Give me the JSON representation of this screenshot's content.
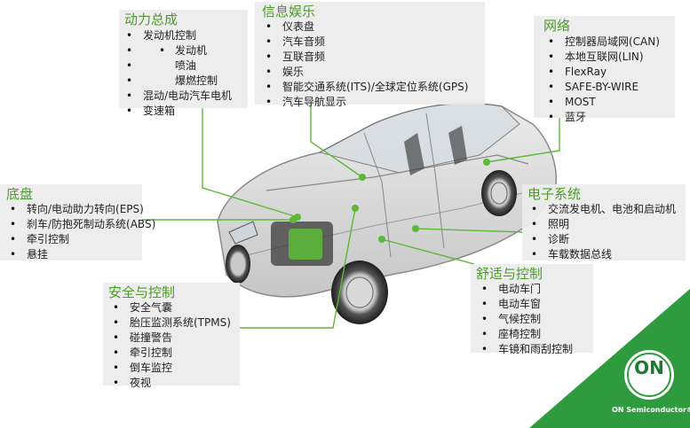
{
  "powertrain": {
    "title": "动力总成",
    "items": [
      {
        "label": "发动机控制",
        "sub": [
          "发动机",
          "喷油",
          "爆燃控制"
        ]
      },
      {
        "label": "混动/电动汽车电机"
      },
      {
        "label": "变速箱"
      }
    ]
  },
  "infotainment": {
    "title": "信息娱乐",
    "items": [
      "仪表盘",
      "汽车音频",
      "互联音频",
      "娱乐",
      "智能交通系统(ITS)/全球定位系统(GPS)",
      "汽车导航显示"
    ]
  },
  "network": {
    "title": "网络",
    "items": [
      "控制器局域网(CAN)",
      "本地互联网(LIN)",
      "FlexRay",
      "SAFE-BY-WIRE",
      "MOST",
      "蓝牙"
    ]
  },
  "chassis": {
    "title": "底盘",
    "items": [
      "转向/电动助力转向(EPS)",
      "刹车/防抱死制动系统(ABS)",
      "牵引控制",
      "悬挂"
    ]
  },
  "electronics": {
    "title": "电子系统",
    "items": [
      "交流发电机、电池和启动机",
      "照明",
      "诊断",
      "车载数据总线"
    ]
  },
  "safety": {
    "title": "安全与控制",
    "items": [
      "安全气囊",
      "胎压监测系统(TPMS)",
      "碰撞警告",
      "牵引控制",
      "倒车监控",
      "夜视"
    ]
  },
  "comfort": {
    "title": "舒适与控制",
    "items": [
      "电动车门",
      "电动车窗",
      "气候控制",
      "座椅控制",
      "车镜和雨刮控制"
    ]
  },
  "logo": {
    "mark": "ON",
    "text": "ON Semiconductor®"
  },
  "colors": {
    "accent": "#4c9a2a",
    "line": "#5cb83a",
    "logo_bg": "#2e9b3e"
  },
  "image": {
    "subject": "car-xray-illustration"
  }
}
